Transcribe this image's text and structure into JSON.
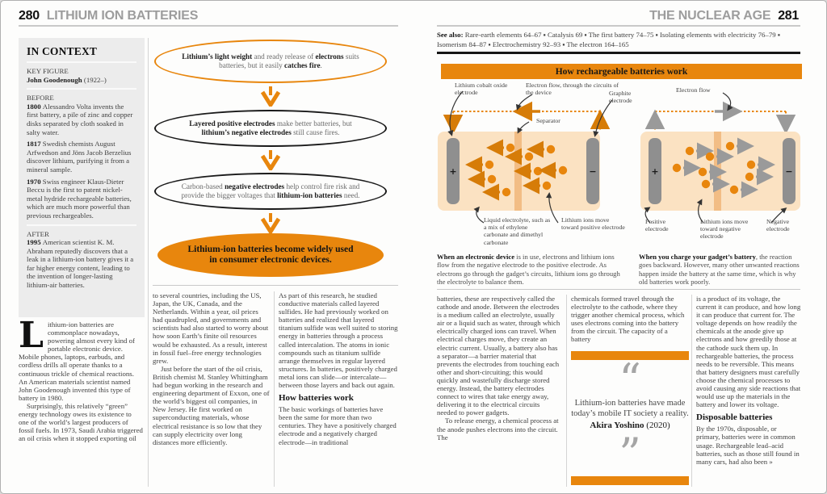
{
  "colors": {
    "accent": "#e8860d",
    "panel_peach": "#fbe2c2",
    "separator_peach": "#f2bd85",
    "electrode_gray": "#8f8f8f",
    "header_gray": "#9d9d9d"
  },
  "page_left": {
    "page_number": "280",
    "section_title": "LITHIUM ION BATTERIES",
    "context": {
      "heading": "IN CONTEXT",
      "key_figure_label": "KEY FIGURE",
      "key_figure": [
        {
          "t": "John Goodenough",
          "b": true
        },
        {
          "t": " (1922–)"
        }
      ],
      "before_label": "BEFORE",
      "before": [
        [
          {
            "t": "1800 ",
            "b": true
          },
          {
            "t": "Alessandro Volta invents the first battery, a pile of zinc and copper disks separated by cloth soaked in salty water."
          }
        ],
        [
          {
            "t": "1817 ",
            "b": true
          },
          {
            "t": "Swedish chemists August Arfwedson and Jöns Jacob Berzelius discover lithium, purifying it from a mineral sample."
          }
        ],
        [
          {
            "t": "1970 ",
            "b": true
          },
          {
            "t": "Swiss engineer Klaus-Dieter Beccu is the first to patent nickel-metal hydride rechargeable batteries, which are much more powerful than previous rechargeables."
          }
        ]
      ],
      "after_label": "AFTER",
      "after": [
        [
          {
            "t": "1995 ",
            "b": true
          },
          {
            "t": "American scientist K. M. Abraham reputedly discovers that a leak in a lithium-ion battery gives it a far higher energy content, leading to the invention of longer-lasting lithium-air batteries."
          }
        ]
      ]
    },
    "flowchart": {
      "steps": [
        {
          "rich": [
            {
              "t": "Lithium’s light weight",
              "b": true
            },
            {
              "t": " and ready release of "
            },
            {
              "t": "electrons",
              "b": true
            },
            {
              "t": " suits batteries, but it easily "
            },
            {
              "t": "catches fire",
              "b": true
            },
            {
              "t": "."
            }
          ]
        },
        {
          "rich": [
            {
              "t": "Layered positive electrodes",
              "b": true
            },
            {
              "t": " make better batteries, but "
            },
            {
              "t": "lithium’s negative electrodes",
              "b": true
            },
            {
              "t": " still cause fires."
            }
          ]
        },
        {
          "rich": [
            {
              "t": "Carbon-based "
            },
            {
              "t": "negative electrodes",
              "b": true
            },
            {
              "t": " help control fire risk and provide the bigger voltages that "
            },
            {
              "t": "lithium-ion batteries",
              "b": true
            },
            {
              "t": " need."
            }
          ]
        },
        {
          "rich": [
            {
              "t": "Lithium-ion batteries become widely used in consumer electronic devices.",
              "b": true
            }
          ]
        }
      ]
    },
    "body": {
      "col1_dropcap": "L",
      "col1_p1": "ithium-ion batteries are commonplace nowadays, powering almost every kind of portable electronic device. Mobile phones, laptops, earbuds, and cordless drills all operate thanks to a continuous trickle of chemical reactions. An American materials scientist named John Goodenough invented this type of battery in 1980.",
      "col1_p2": "Surprisingly, this relatively “green” energy technology owes its existence to one of the world’s largest producers of fossil fuels. In 1973, Saudi Arabia triggered an oil crisis when it stopped exporting oil",
      "col2_p1": "to several countries, including the US, Japan, the UK, Canada, and the Netherlands. Within a year, oil prices had quadrupled, and governments and scientists had also started to worry about how soon Earth’s finite oil resources would be exhausted. As a result, interest in fossil fuel–free energy technologies grew.",
      "col2_p2": "Just before the start of the oil crisis, British chemist M. Stanley Whittingham had begun working in the research and engineering department of Exxon, one of the world’s biggest oil companies, in New Jersey. He first worked on superconducting materials, whose electrical resistance is so low that they can supply electricity over long distances more efficiently.",
      "col3_p1": "As part of this research, he studied conductive materials called layered sulfides. He had previously worked on batteries and realized that layered titanium sulfide was well suited to storing energy in batteries through a process called intercalation. The atoms in ionic compounds such as titanium sulfide arrange themselves in regular layered structures. In batteries, positively charged metal ions can slide—or intercalate—between those layers and back out again.",
      "col3_heading": "How batteries work",
      "col3_p2": "The basic workings of batteries have been the same for more than two centuries. They have a positively charged electrode and a negatively charged electrode—in traditional"
    }
  },
  "page_right": {
    "section_title": "THE NUCLEAR AGE",
    "page_number": "281",
    "see_also": {
      "label": "See also:",
      "separator": "▪",
      "items": [
        "Rare-earth elements 64–67",
        "Catalysis 69",
        "The first battery 74–75",
        "Isolating elements with electricity 76–79",
        "Isomerism 84–87",
        "Electrochemistry 92–93",
        "The electron 164–165"
      ]
    },
    "panel": {
      "title": "How rechargeable batteries work",
      "discharge": {
        "plus": "+",
        "minus": "−",
        "labels": {
          "electrode_left": "Lithium cobalt oxide electrode",
          "electron_flow": "Electron flow, through the circuits of the device",
          "separator": "Separator",
          "electrode_right": "Graphite electrode",
          "electrolyte": "Liquid electrolyte, such as a mix of ethylene carbonate and dimethyl carbonate",
          "ions": "Lithium ions move toward positive electrode"
        },
        "caption": [
          {
            "t": "When an electronic device",
            "b": true
          },
          {
            "t": " is in use, electrons and lithium ions flow from the negative electrode to the positive electrode. As electrons go through the gadget’s circuits, lithium ions go through the electrolyte to balance them."
          }
        ]
      },
      "charge": {
        "plus": "+",
        "minus": "−",
        "labels": {
          "electron_flow": "Electron flow",
          "positive": "Positive electrode",
          "ions": "Lithium ions move toward negative electrode",
          "negative": "Negative electrode"
        },
        "caption": [
          {
            "t": "When you charge your gadget’s battery",
            "b": true
          },
          {
            "t": ", the reaction goes backward. However, many other unwanted reactions happen inside the battery at the same time, which is why old batteries work poorly."
          }
        ]
      }
    },
    "body": {
      "col4_p1": "batteries, these are respectively called the cathode and anode. Between the electrodes is a medium called an electrolyte, usually air or a liquid such as water, through which electrically charged ions can travel. When electrical charges move, they create an electric current. Usually, a battery also has a separator—a barrier material that prevents the electrodes from touching each other and short-circuiting; this would quickly and wastefully discharge stored energy. Instead, the battery electrodes connect to wires that take energy away, delivering it to the electrical circuits needed to power gadgets.",
      "col4_p2": "To release energy, a chemical process at the anode pushes electrons into the circuit. The",
      "col5_p1": "chemicals formed travel through the electrolyte to the cathode, where they trigger another chemical process, which uses electrons coming into the battery from the circuit. The capacity of a battery",
      "col6_p1": "is a product of its voltage, the current it can produce, and how long it can produce that current for. The voltage depends on how readily the chemicals at the anode give up electrons and how greedily those at the cathode suck them up. In rechargeable batteries, the process needs to be reversible. This means that battery designers must carefully choose the chemical processes to avoid causing any side reactions that would use up the materials in the battery and lower its voltage.",
      "col6_heading": "Disposable batteries",
      "col6_p2": "By the 1970s, disposable, or primary, batteries were in common usage. Rechargeable lead–acid batteries, such as those still found in many cars, had also been »"
    },
    "quote": {
      "open": "“",
      "close": "”",
      "text": "Lithium-ion batteries have made today’s mobile IT society a reality.",
      "attribution": [
        {
          "t": "Akira Yoshino",
          "b": true
        },
        {
          "t": " (2020)"
        }
      ]
    }
  }
}
